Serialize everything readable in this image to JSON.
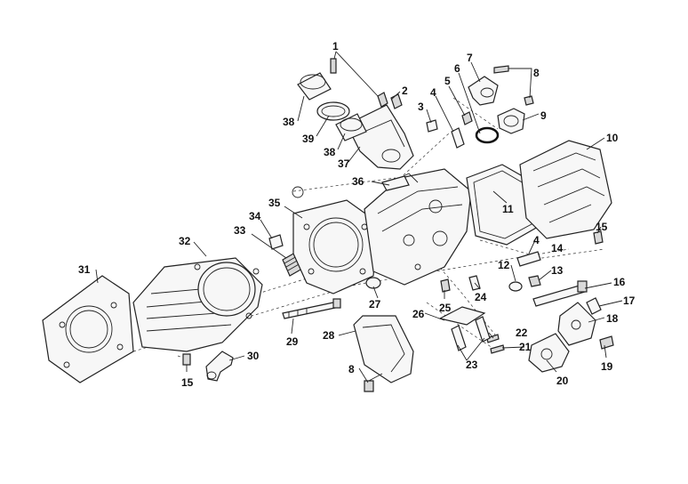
{
  "callouts": {
    "c1": "1",
    "c2": "2",
    "c3": "3",
    "c4a": "4",
    "c4b": "4",
    "c5": "5",
    "c6": "6",
    "c7": "7",
    "c8a": "8",
    "c8b": "8",
    "c9": "9",
    "c10": "10",
    "c11": "11",
    "c12": "12",
    "c13": "13",
    "c14": "14",
    "c15a": "15",
    "c15b": "15",
    "c16": "16",
    "c17": "17",
    "c18": "18",
    "c19": "19",
    "c20": "20",
    "c21": "21",
    "c22": "22",
    "c23": "23",
    "c24": "24",
    "c25": "25",
    "c26": "26",
    "c27": "27",
    "c28": "28",
    "c29": "29",
    "c30": "30",
    "c31": "31",
    "c32": "32",
    "c33": "33",
    "c34": "34",
    "c35": "35",
    "c36": "36",
    "c37": "37",
    "c38a": "38",
    "c38b": "38",
    "c39": "39"
  }
}
